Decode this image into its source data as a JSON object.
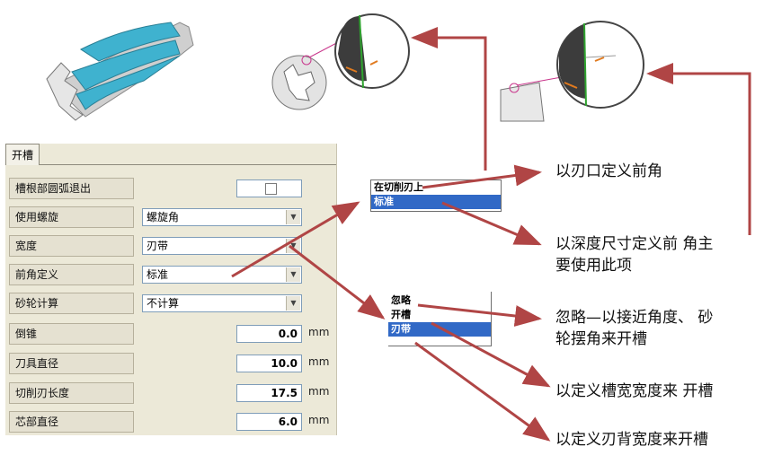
{
  "panel": {
    "tab_label": "开槽",
    "rows": [
      {
        "label": "槽根部圆弧退出"
      },
      {
        "label": "使用螺旋",
        "value": "螺旋角"
      },
      {
        "label": "宽度",
        "value": "刃带"
      },
      {
        "label": "前角定义",
        "value": "标准"
      },
      {
        "label": "砂轮计算",
        "value": "不计算"
      },
      {
        "label": "倒锥",
        "value": "0.0",
        "unit": "mm"
      },
      {
        "label": "刀具直径",
        "value": "10.0",
        "unit": "mm"
      },
      {
        "label": "切削刃长度",
        "value": "17.5",
        "unit": "mm"
      },
      {
        "label": "芯部直径",
        "value": "6.0",
        "unit": "mm"
      }
    ]
  },
  "popup_rake": {
    "options": [
      "在切削刃上",
      "标准"
    ],
    "selected": "标准"
  },
  "popup_width": {
    "options": [
      "忽略",
      "开槽",
      "刃带"
    ],
    "selected": "刃带"
  },
  "annotations": {
    "a1": "以刃口定义前角",
    "a2_line1": "以深度尺寸定义前 角主",
    "a2_line2": "要使用此项",
    "a3_line1": "忽略—以接近角度、 砂",
    "a3_line2": "轮摆角来开槽",
    "a4": "以定义槽宽宽度来 开槽",
    "a5": "以定义刃背宽度来开槽"
  },
  "colors": {
    "arrow": "#b04545",
    "highlight": "#3169c6",
    "flute": "#3fb2cf"
  }
}
